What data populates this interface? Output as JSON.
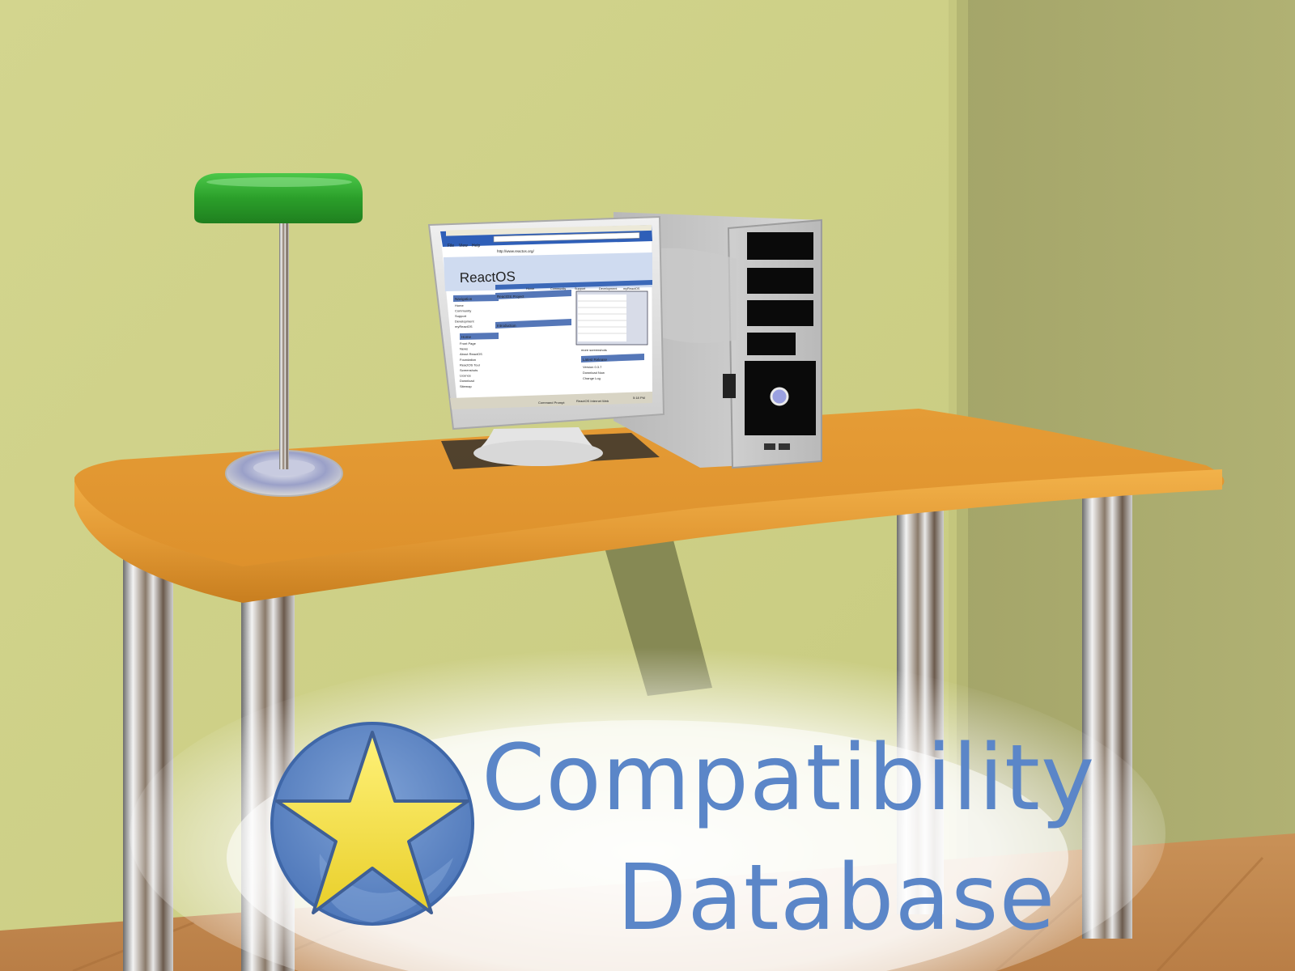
{
  "logo": {
    "line1": "Compatibility",
    "line2": "Database",
    "icon": "star-icon",
    "colors": {
      "text": "#5b86c8",
      "circle": "#5f88c6",
      "star": "#f5e34a"
    }
  },
  "monitor_screen": {
    "brand": "ReactOS",
    "menu": [
      "File",
      "View",
      "Help"
    ],
    "address": "http://www.reactos.org/",
    "nav_links": [
      "Home",
      "Community",
      "Support",
      "Development",
      "myReactOS"
    ],
    "sidebar": {
      "navigation_title": "Navigation",
      "navigation_items": [
        "Home",
        "Community",
        "Support",
        "Development",
        "myReactOS"
      ],
      "home_title": "Home",
      "home_items": [
        "Front Page",
        "News",
        "About ReactOS",
        "Foundation",
        "ReactOS Tour",
        "Screenshots",
        "Licence",
        "Download",
        "Sitemap"
      ]
    },
    "main_title": "ReactOS Project",
    "intro_title": "Introduction",
    "side_panel_title": "Latest Release",
    "side_panel_lines": [
      "Version 0.3.7",
      "Download Now",
      "Change Log"
    ],
    "more_link": "more screenshots",
    "taskbar_label": "Command Prompt",
    "taskbar_app": "ReactOS Internet Web",
    "clock": "5:18 PM"
  },
  "colors": {
    "wall_left": "#d1d38a",
    "wall_right": "#a7a86c",
    "desk": "#e2962f",
    "lamp_shade": "#2e9e2c",
    "floor": "#c78f55"
  }
}
